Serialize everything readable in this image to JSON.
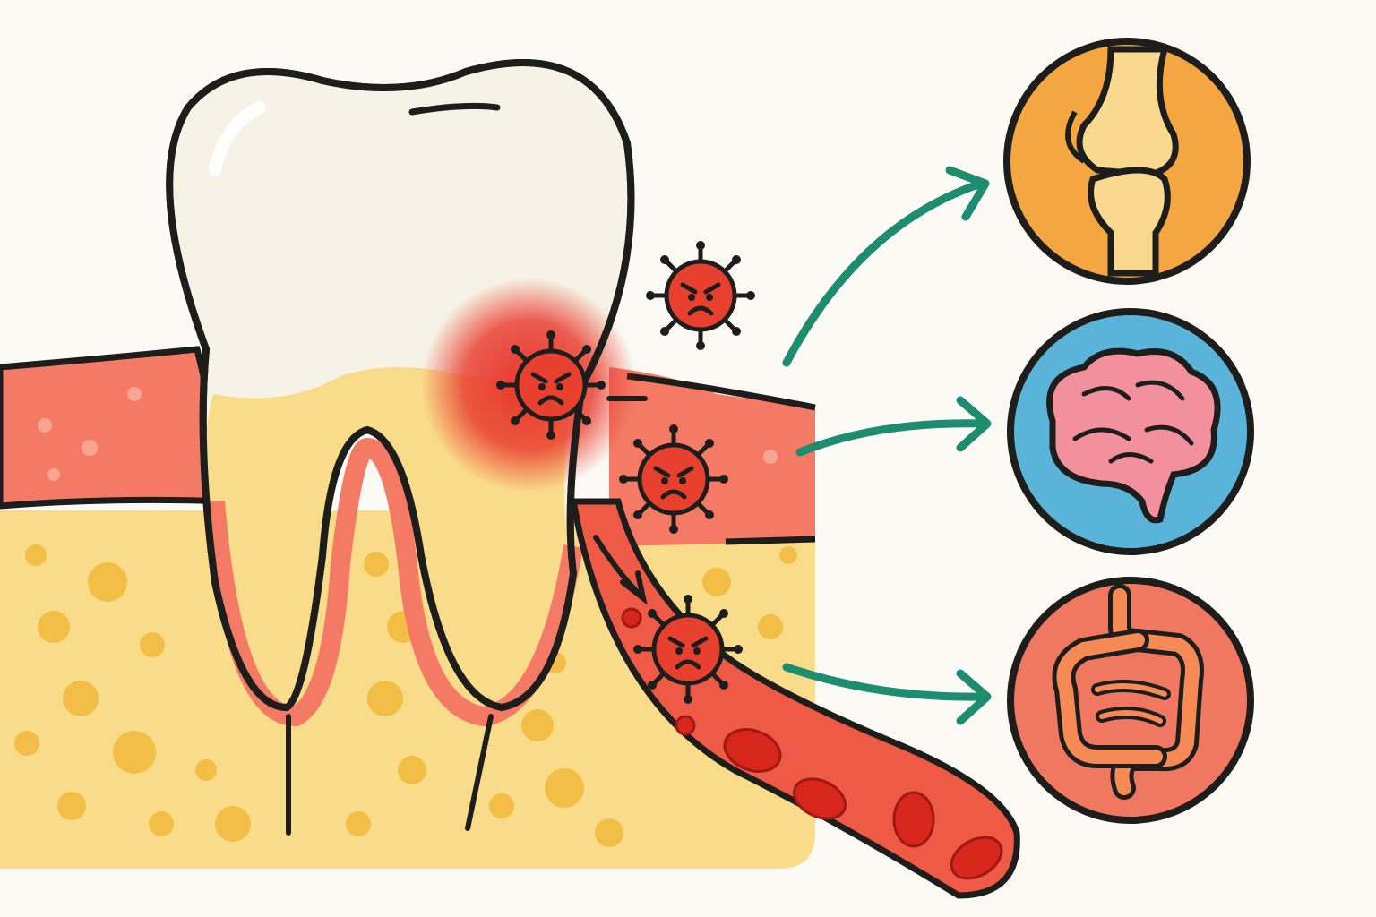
{
  "illustration": {
    "subjects": [
      "tooth",
      "inflamed-gum",
      "bacteria",
      "blood-vessel",
      "joint",
      "brain",
      "intestine"
    ],
    "colors": {
      "background": "#fbfaf4",
      "bone": "#f9dc8a",
      "bone_spots": "#f2b93b",
      "gum": "#f47a66",
      "inflammation": "#e8362a",
      "bacteria": "#e8402f",
      "arrow": "#1e8c6e",
      "joint_circle": "#f4a640",
      "brain_circle": "#5ab4d9",
      "brain": "#f3909e",
      "intestine_circle": "#f07860",
      "intestine": "#f58a55",
      "blood_cell": "#d9261c",
      "outline": "#1d1d1b"
    }
  }
}
